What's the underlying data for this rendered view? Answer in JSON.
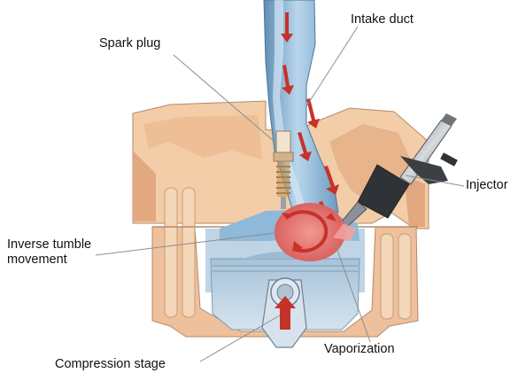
{
  "labels": {
    "spark_plug": "Spark plug",
    "intake_duct": "Intake duct",
    "injector": "Injector",
    "tumble_line1": "Inverse tumble",
    "tumble_line2": "movement",
    "vaporization": "Vaporization",
    "compression": "Compression stage"
  },
  "colors": {
    "engine_body": "#f2cda8",
    "engine_shadow": "#d9a27b",
    "intake_blue": "#8fb9d8",
    "combustion_red": "#e07572",
    "arrow_red": "#c6322a",
    "metal_gray": "#8a9198",
    "leader_line": "#8d8d8d"
  }
}
